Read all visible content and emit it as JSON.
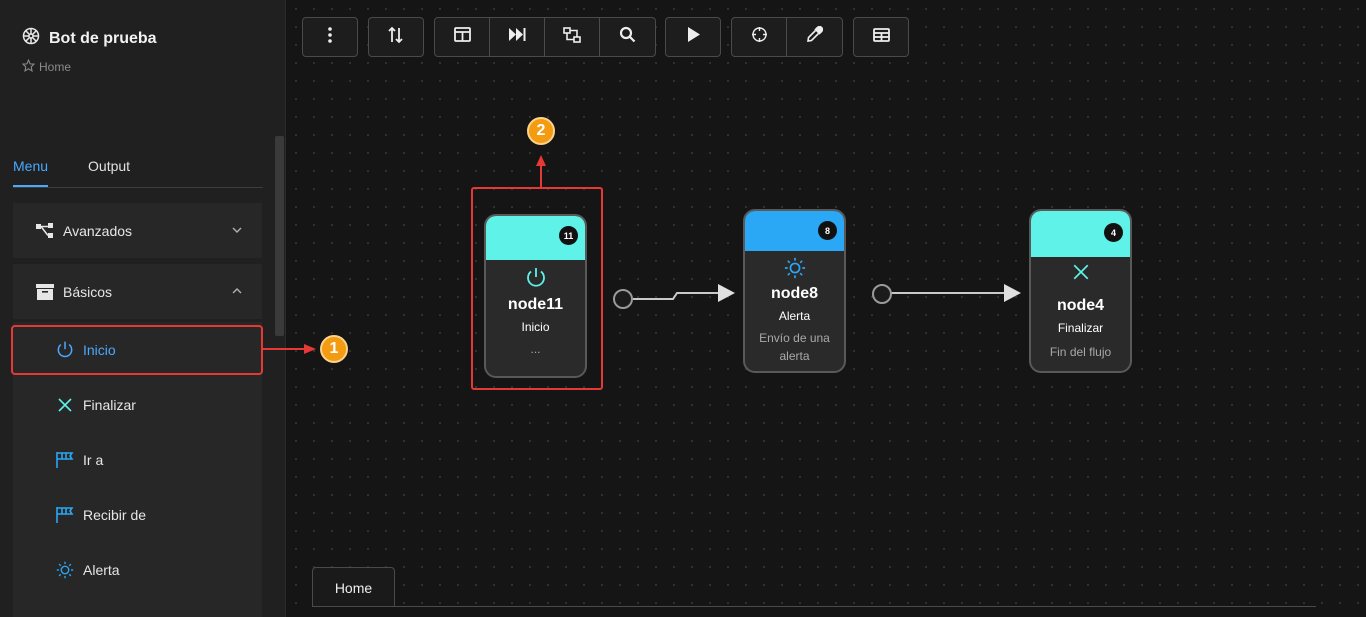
{
  "app": {
    "title": "Bot de prueba",
    "breadcrumb": "Home"
  },
  "sidebar": {
    "tabs": [
      {
        "label": "Menu",
        "active": true
      },
      {
        "label": "Output",
        "active": false
      }
    ],
    "groups": [
      {
        "label": "Avanzados",
        "icon": "hierarchy-icon",
        "expanded": false
      },
      {
        "label": "Básicos",
        "icon": "archive-box-icon",
        "expanded": true
      }
    ],
    "items": [
      {
        "label": "Inicio",
        "icon": "power-icon",
        "selected": true
      },
      {
        "label": "Finalizar",
        "icon": "close-icon"
      },
      {
        "label": "Ir a",
        "icon": "flag-icon"
      },
      {
        "label": "Recibir de",
        "icon": "flag-icon"
      },
      {
        "label": "Alerta",
        "icon": "sun-icon"
      }
    ]
  },
  "toolbar": {
    "buttons": [
      "more-vertical-icon",
      "sort-icon",
      "layout-panel-icon",
      "skip-forward-icon",
      "transform-icon",
      "search-icon",
      "play-icon",
      "crosshair-icon",
      "eyedropper-icon",
      "table-icon"
    ]
  },
  "flow": {
    "nodes": [
      {
        "name": "node11",
        "type": "Inicio",
        "desc": "...",
        "badge": "11",
        "color": "#5ef2e8",
        "icon": "power-icon"
      },
      {
        "name": "node8",
        "type": "Alerta",
        "desc": "Envío de una alerta",
        "badge": "8",
        "color": "#2aa7f5",
        "icon": "sun-icon"
      },
      {
        "name": "node4",
        "type": "Finalizar",
        "desc": "Fin del flujo",
        "badge": "4",
        "color": "#5ef2e8",
        "icon": "close-icon"
      }
    ]
  },
  "annotations": {
    "marker1": "1",
    "marker2": "2"
  },
  "footer": {
    "tab": "Home"
  },
  "colors": {
    "accent": "#4aa8ff",
    "highlight": "#e53935",
    "marker": "#f39c12",
    "teal": "#5ef2e8",
    "blue": "#2aa7f5"
  }
}
